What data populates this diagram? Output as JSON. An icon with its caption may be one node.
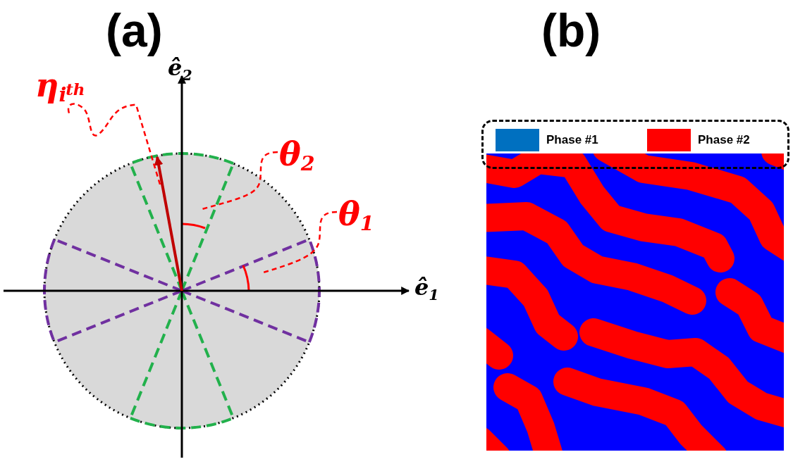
{
  "diagram": {
    "nodes": [
      {
        "text": [
          "η$_{i}$$^{th}$"
        ]
      },
      {
        "text": [
          "θ$_{2}$"
        ]
      },
      {
        "text": [
          "θ$_{1}$"
        ]
      }
    ],
    "edges": [
      {
        "from": 0,
        "to": null,
        "arrow": "none",
        "style": "dashed",
        "color": "#ff0000"
      },
      {
        "from": 1,
        "to": null,
        "arrow": "none",
        "style": "dashed",
        "color": "#ff0000"
      },
      {
        "from": 2,
        "to": null,
        "arrow": "none",
        "style": "dashed",
        "color": "#ff0000"
      }
    ],
    "labels": [
      "(a)",
      "(b)",
      "ê$_{2}$",
      "ê$_{1}$"
    ],
    "legend": [
      {
        "text": "Phase #1",
        "color": "#0070c0"
      },
      {
        "text": "Phase #2",
        "color": "#ff0000"
      }
    ]
  }
}
